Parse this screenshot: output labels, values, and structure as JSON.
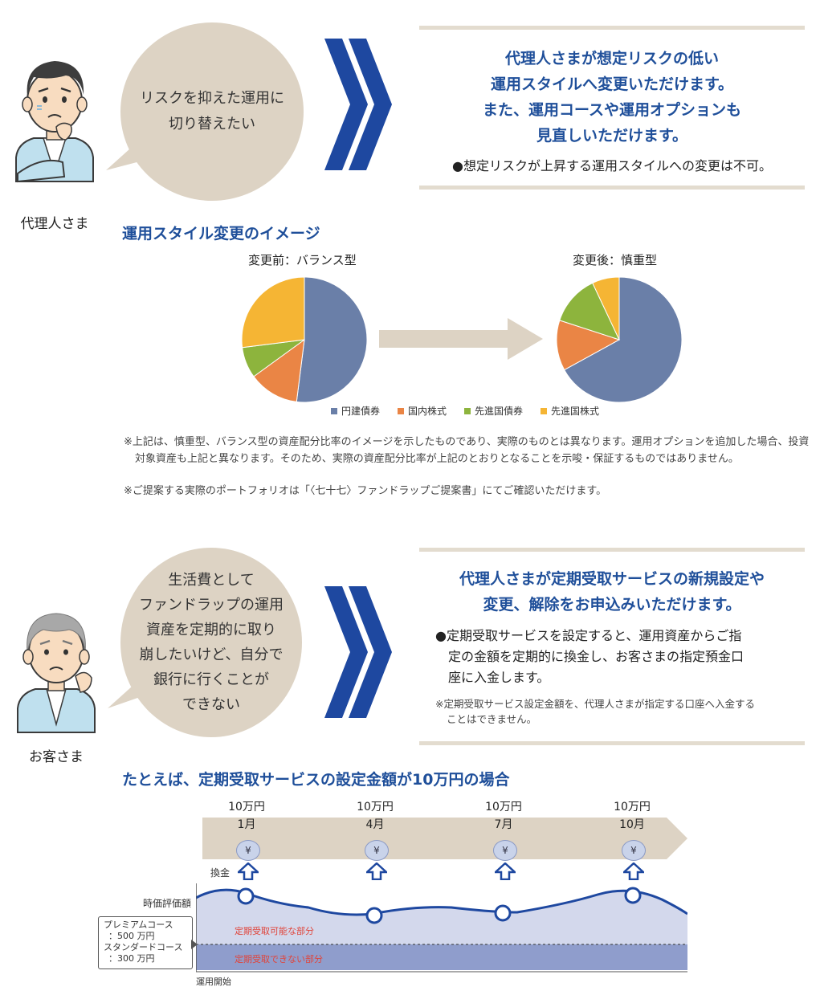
{
  "section1": {
    "persona_label": "代理人さま",
    "bubble_text": [
      "リスクを抑えた運用に",
      "切り替えたい"
    ],
    "panel_heading": [
      "代理人さまが想定リスクの低い",
      "運用スタイルへ変更いただけます。",
      "また、運用コースや運用オプションも",
      "見直しいただけます。"
    ],
    "panel_bullet": "●想定リスクが上昇する運用スタイルへの変更は不可。"
  },
  "image1": {
    "title": "運用スタイル変更のイメージ",
    "before_label": "変更前：バランス型",
    "after_label": "変更後：慎重型",
    "notes": [
      "※上記は、慎重型、バランス型の資産配分比率のイメージを示したものであり、実際のものとは異なります。運用オプションを追加した場合、投資対象資産も上記と異なります。そのため、実際の資産配分比率が上記のとおりとなることを示唆・保証するものではありません。",
      "※ご提案する実際のポートフォリオは「〈七十七〉ファンドラップご提案書」にてご確認いただけます。"
    ]
  },
  "chart_data": [
    {
      "type": "pie",
      "title": "変更前：バランス型",
      "categories": [
        "円建債券",
        "国内株式",
        "先進国債券",
        "先進国株式"
      ],
      "values": [
        52,
        13,
        8,
        27
      ],
      "colors": [
        "#6a7fa8",
        "#ea8545",
        "#8db43d",
        "#f5b534"
      ]
    },
    {
      "type": "pie",
      "title": "変更後：慎重型",
      "categories": [
        "円建債券",
        "国内株式",
        "先進国債券",
        "先進国株式"
      ],
      "values": [
        67,
        13,
        13,
        7
      ],
      "colors": [
        "#6a7fa8",
        "#ea8545",
        "#8db43d",
        "#f5b534"
      ]
    }
  ],
  "section2": {
    "persona_label": "お客さま",
    "bubble_text": [
      "生活費として",
      "ファンドラップの運用",
      "資産を定期的に取り",
      "崩したいけど、自分で",
      "銀行に行くことが",
      "できない"
    ],
    "panel_heading": [
      "代理人さまが定期受取サービスの新規設定や",
      "変更、解除をお申込みいただけます。"
    ],
    "panel_bullet": [
      "●定期受取サービスを設定すると、運用資産からご指",
      "定の金額を定期的に換金し、お客さまの指定預金口",
      "座に入金します。"
    ],
    "panel_note": [
      "※定期受取サービス設定金額を、代理人さまが指定する口座へ入金する",
      "ことはできません。"
    ]
  },
  "image2": {
    "title": "たとえば、定期受取サービスの設定金額が10万円の場合",
    "months": [
      {
        "amount": "10万円",
        "month": "1月"
      },
      {
        "amount": "10万円",
        "month": "4月"
      },
      {
        "amount": "10万円",
        "month": "7月"
      },
      {
        "amount": "10万円",
        "month": "10月"
      }
    ],
    "yen_symbol": "¥",
    "kankin_label": "換金",
    "market_value_label": "時価評価額",
    "premium_label": "プレミアムコース",
    "premium_amount": "：500 万円",
    "standard_label": "スタンダードコース",
    "standard_amount": "：300 万円",
    "withdrawable_label": "定期受取可能な部分",
    "not_withdrawable_label": "定期受取できない部分",
    "start_label": "運用開始"
  },
  "colors": {
    "accent_blue": "#1f4f9a",
    "beige": "#ddd3c4",
    "panel_border": "#e3dccf",
    "chevron_blue": "#1e48a0",
    "area_light": "#d3d8ec",
    "area_dark": "#8f9dcc",
    "red_label": "#e0443a"
  }
}
